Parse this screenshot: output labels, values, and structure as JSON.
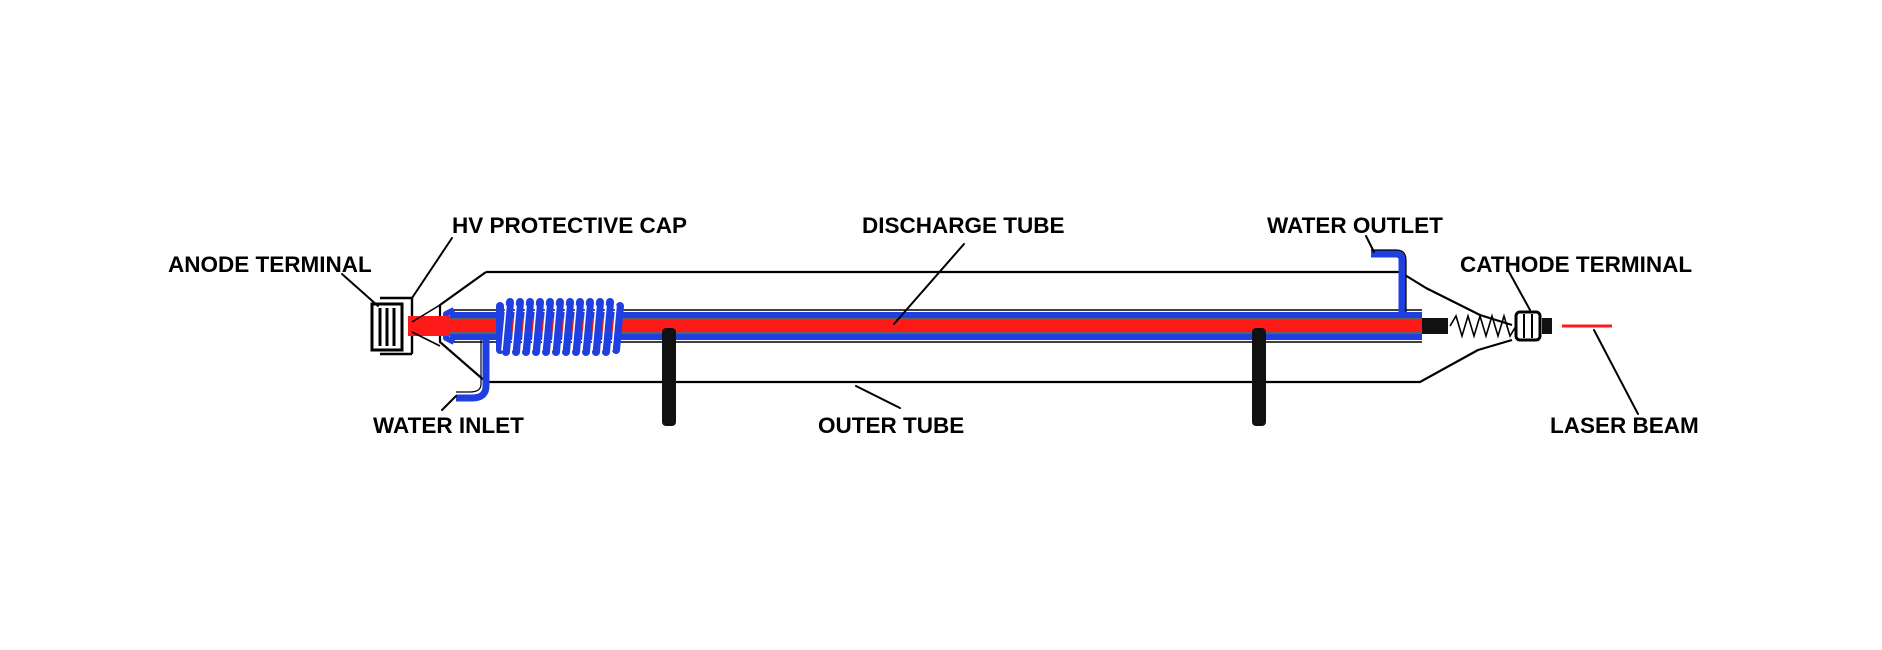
{
  "labels": {
    "anode_terminal": "ANODE TERMINAL",
    "hv_protective_cap": "HV PROTECTIVE CAP",
    "discharge_tube": "DISCHARGE TUBE",
    "water_outlet": "WATER OUTLET",
    "cathode_terminal": "CATHODE TERMINAL",
    "water_inlet": "WATER INLET",
    "outer_tube": "OUTER TUBE",
    "laser_beam": "LASER BEAM"
  },
  "colors": {
    "background": "#ffffff",
    "outline": "#000000",
    "discharge": "#ff1a1a",
    "water": "#1f3fe0"
  }
}
